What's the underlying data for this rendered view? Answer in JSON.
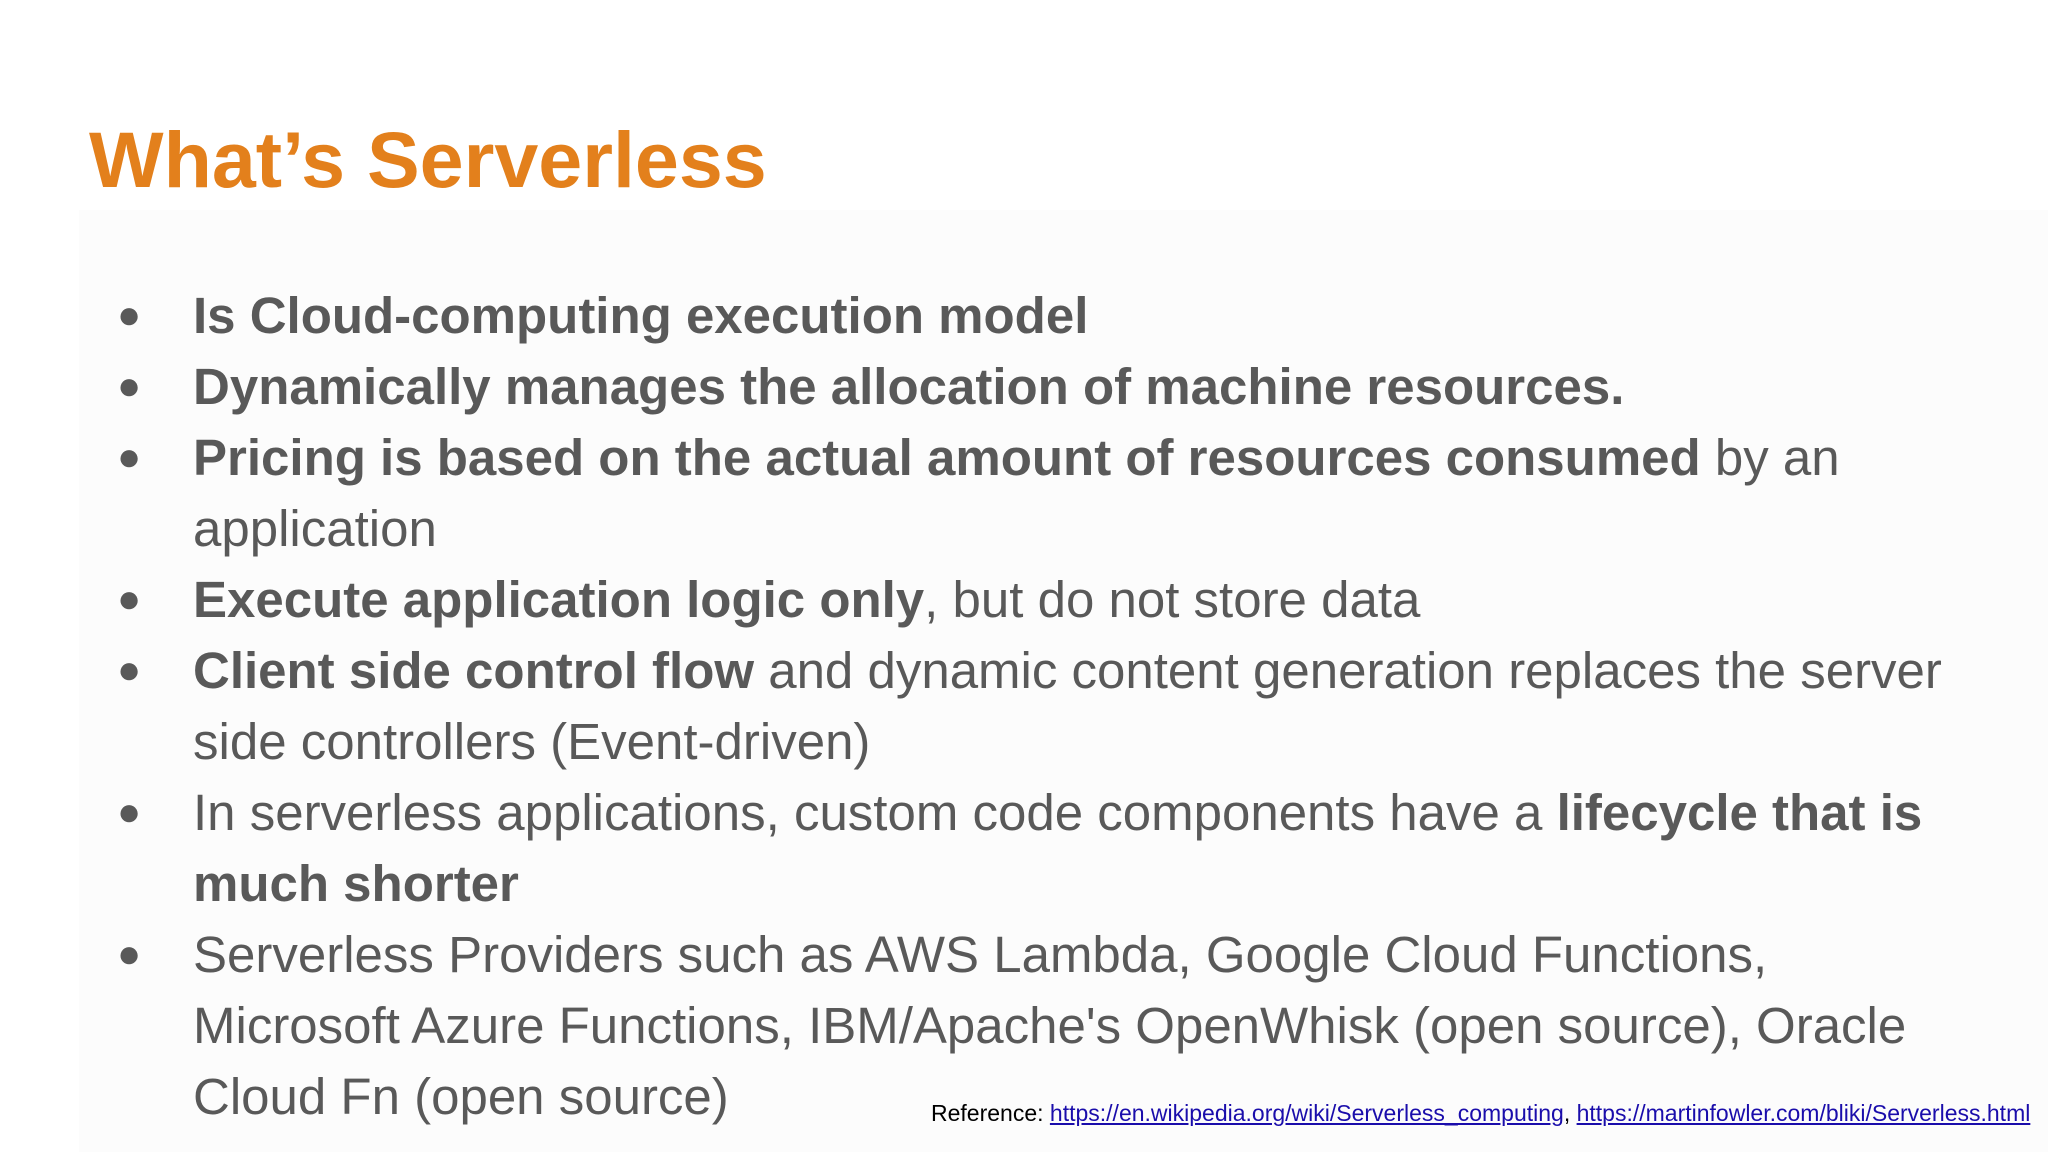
{
  "slide": {
    "title": "What’s Serverless",
    "bullets": [
      {
        "bold": "Is Cloud-computing execution model"
      },
      {
        "bold": "Dynamically manages the allocation of machine resources."
      },
      {
        "bold": "Pricing is based on the actual amount of resources consumed",
        "rest_line1": " by an",
        "rest_line2": "application"
      },
      {
        "bold": "Execute application logic only",
        "rest": ", but do not store data"
      },
      {
        "bold": "Client side control flow",
        "rest_line1": " and dynamic content generation replaces the server",
        "rest_line2": "side controllers (Event-driven)"
      },
      {
        "lead": "In serverless applications, custom code components have a ",
        "bold_line1": "lifecycle that is",
        "bold_line2": "much shorter"
      },
      {
        "line1": "Serverless Providers such as AWS Lambda, Google Cloud Functions,",
        "line2": "Microsoft Azure Functions, IBM/Apache's OpenWhisk (open source), Oracle",
        "line3": "Cloud Fn (open source)"
      }
    ],
    "bullet_glyph": "●",
    "reference": {
      "label": "Reference: ",
      "link1": "https://en.wikipedia.org/wiki/Serverless_computing",
      "separator": ", ",
      "link2": "https://martinfowler.com/bliki/Serverless.html"
    }
  },
  "colors": {
    "title": "#e3801c",
    "body_text": "#595959",
    "link": "#1a0dab"
  }
}
